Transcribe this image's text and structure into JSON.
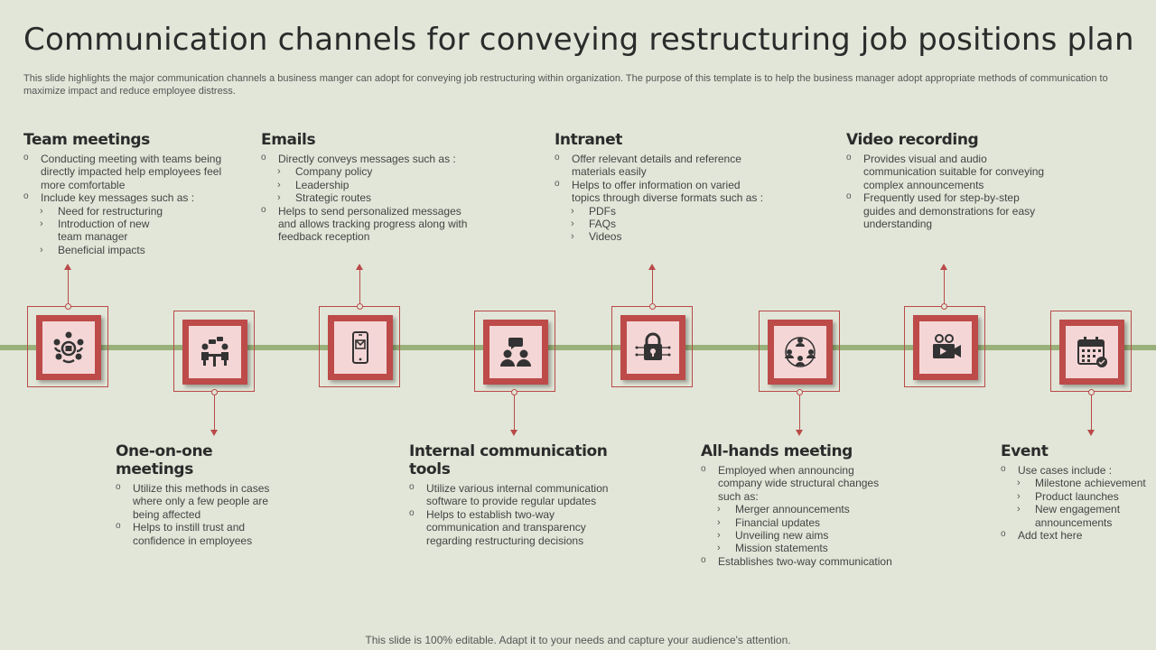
{
  "title": "Communication channels for conveying restructuring job positions plan",
  "subtitle": "This slide highlights the major communication channels a business manger can adopt for conveying job restructuring within organization. The purpose of this template is to help the business manager adopt appropriate methods of communication to maximize impact and reduce employee distress.",
  "footer": "This slide is 100% editable. Adapt it to your needs and capture your audience's attention.",
  "colors": {
    "accent": "#bd4b4a",
    "tile": "#f5d6d6",
    "timeline": "#9ab07a",
    "background": "#e1e6d8"
  },
  "channels": [
    {
      "heading": "Team meetings",
      "icon": "team-meeting-icon",
      "items": [
        {
          "level": 1,
          "text": "Conducting meeting with teams being directly impacted help employees feel more comfortable"
        },
        {
          "level": 1,
          "text": "Include key messages such as :"
        },
        {
          "level": 2,
          "text": "Need for restructuring"
        },
        {
          "level": 2,
          "text": "Introduction of new team manager"
        },
        {
          "level": 2,
          "text": "Beneficial impacts"
        }
      ]
    },
    {
      "heading": "One-on-one meetings",
      "icon": "one-on-one-icon",
      "items": [
        {
          "level": 1,
          "text": "Utilize this methods in cases where only a few people are being affected"
        },
        {
          "level": 1,
          "text": "Helps to instill trust and confidence in employees"
        }
      ]
    },
    {
      "heading": "Emails",
      "icon": "mobile-email-icon",
      "items": [
        {
          "level": 1,
          "text": "Directly conveys   messages such as :"
        },
        {
          "level": 2,
          "text": "Company policy"
        },
        {
          "level": 2,
          "text": "Leadership"
        },
        {
          "level": 2,
          "text": "Strategic routes"
        },
        {
          "level": 1,
          "text": "Helps to send personalized messages and allows tracking progress along with feedback reception"
        }
      ]
    },
    {
      "heading": "Internal communication tools",
      "icon": "chat-people-icon",
      "items": [
        {
          "level": 1,
          "text": "Utilize various internal communication software to provide regular updates"
        },
        {
          "level": 1,
          "text": "Helps to establish two-way communication and transparency regarding restructuring decisions"
        }
      ]
    },
    {
      "heading": "Intranet",
      "icon": "network-lock-icon",
      "items": [
        {
          "level": 1,
          "text": "Offer relevant details and reference materials easily"
        },
        {
          "level": 1,
          "text": "Helps to offer information on varied topics through diverse formats such as :"
        },
        {
          "level": 2,
          "text": "PDFs"
        },
        {
          "level": 2,
          "text": "FAQs"
        },
        {
          "level": 2,
          "text": "Videos"
        }
      ]
    },
    {
      "heading": "All-hands meeting",
      "icon": "group-circle-icon",
      "items": [
        {
          "level": 1,
          "text": "Employed when announcing company wide structural changes such as:"
        },
        {
          "level": 2,
          "text": "Merger announcements"
        },
        {
          "level": 2,
          "text": "Financial updates"
        },
        {
          "level": 2,
          "text": "Unveiling new aims"
        },
        {
          "level": 2,
          "text": "Mission statements"
        },
        {
          "level": 1,
          "text": "Establishes two-way communication"
        }
      ]
    },
    {
      "heading": "Video recording",
      "icon": "video-camera-icon",
      "items": [
        {
          "level": 1,
          "text": "Provides visual and audio communication suitable for conveying complex announcements"
        },
        {
          "level": 1,
          "text": "Frequently used for step-by-step guides and demonstrations for easy understanding"
        }
      ]
    },
    {
      "heading": "Event",
      "icon": "calendar-event-icon",
      "items": [
        {
          "level": 1,
          "text": "Use cases include :"
        },
        {
          "level": 2,
          "text": "Milestone achievement"
        },
        {
          "level": 2,
          "text": "Product launches"
        },
        {
          "level": 2,
          "text": "New engagement announcements"
        },
        {
          "level": 1,
          "text": "Add text here"
        }
      ]
    }
  ]
}
